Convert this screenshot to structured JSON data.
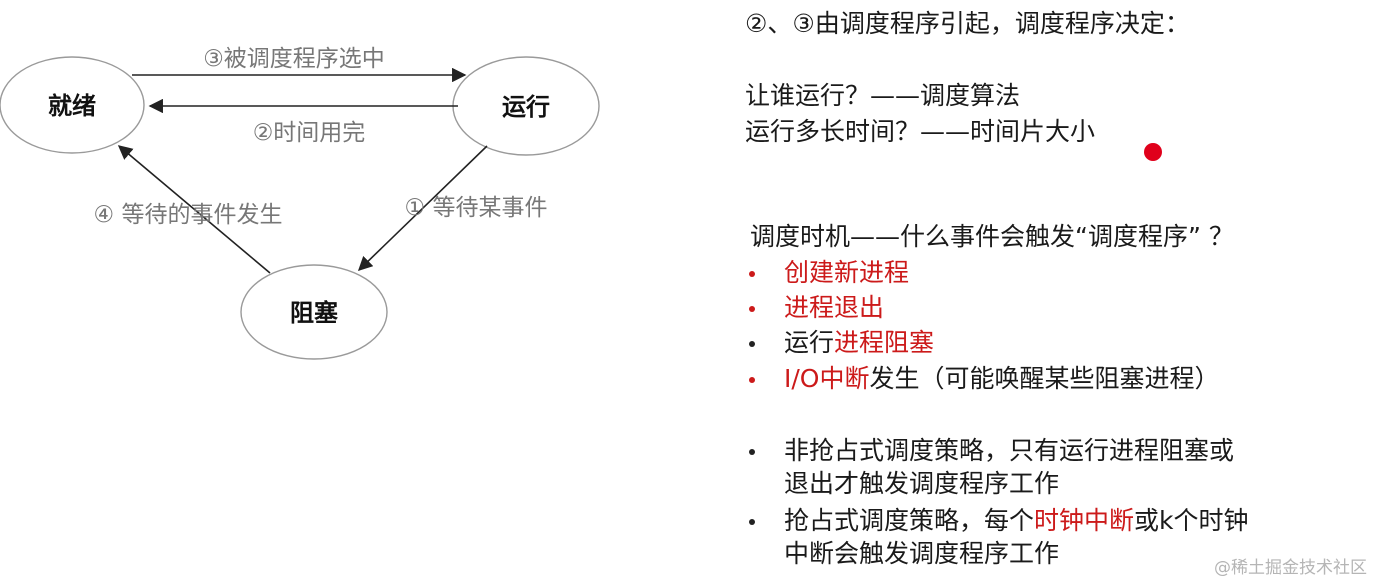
{
  "diagram": {
    "nodes": {
      "ready": "就绪",
      "running": "运行",
      "blocked": "阻塞"
    },
    "edges": {
      "ready_to_running": "③被调度程序选中",
      "running_to_ready": "②时间用完",
      "running_to_blocked": "① 等待某事件",
      "blocked_to_ready": "④ 等待的事件发生"
    }
  },
  "notes": {
    "heading": "②、③由调度程序引起，调度程序决定：",
    "q1": "让谁运行？——调度算法",
    "q2": "运行多长时间？——时间片大小",
    "timing_title": "调度时机——什么事件会触发“调度程序” ？",
    "b1": "创建新进程",
    "b2": "进程退出",
    "b3_prefix": "运行",
    "b3_red": "进程阻塞",
    "b4_red": "I/O中断",
    "b4_suffix": "发生（可能唤醒某些阻塞进程）",
    "b5_line1": "非抢占式调度策略，只有运行进程阻塞或",
    "b5_line2": "退出才触发调度程序工作",
    "b6_prefix": "抢占式调度策略，每个",
    "b6_red": "时钟中断",
    "b6_suffix": "或k个时钟",
    "b6_line2": "中断会触发调度程序工作"
  },
  "watermark": "@稀土掘金技术社区",
  "colors": {
    "highlight": "#cc1a1a",
    "pointer": "#e0001b",
    "edge_label": "#777777"
  }
}
